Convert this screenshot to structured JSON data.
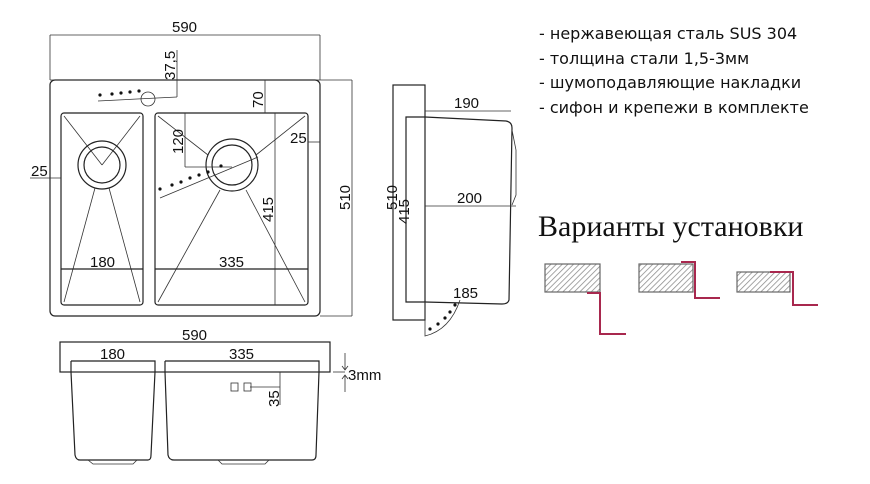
{
  "features": [
    "- нержавеющая сталь SUS 304",
    "- толщина стали 1,5-3мм",
    "- шумоподавляющие накладки",
    "- сифон и крепежи в комплекте"
  ],
  "install_title": "Варианты установки",
  "top_view": {
    "width": "590",
    "depth": "510",
    "faucet_offset": "37,5",
    "bowl_offset": "70",
    "drain_offset": "120",
    "edge_right": "25",
    "edge_left": "25",
    "bowl_depth": "415",
    "left_bowl": "180",
    "right_bowl": "335"
  },
  "side_view": {
    "depth": "510",
    "bowl": "415",
    "top_depth": "190",
    "mid_depth": "200",
    "bottom_depth": "185"
  },
  "front_view": {
    "width": "590",
    "left_bowl": "180",
    "right_bowl": "335",
    "thickness": "3mm",
    "overflow": "35"
  },
  "colors": {
    "accent": "#a8284e",
    "line": "#222222"
  }
}
